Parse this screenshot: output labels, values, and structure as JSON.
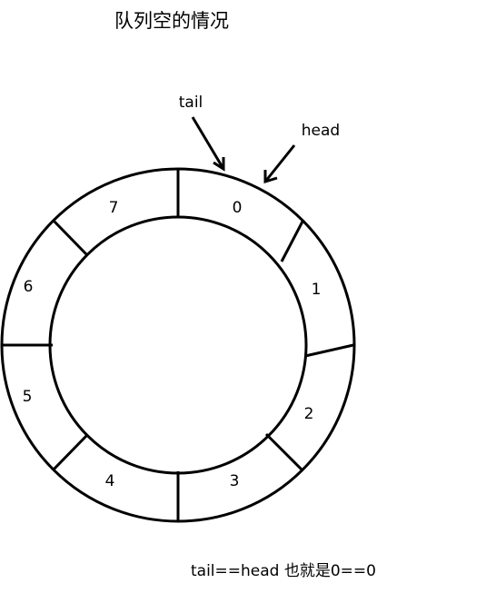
{
  "title": "队列空的情况",
  "pointers": {
    "tail": "tail",
    "head": "head"
  },
  "slots": [
    "0",
    "1",
    "2",
    "3",
    "4",
    "5",
    "6",
    "7"
  ],
  "caption": "tail==head 也就是0==0"
}
